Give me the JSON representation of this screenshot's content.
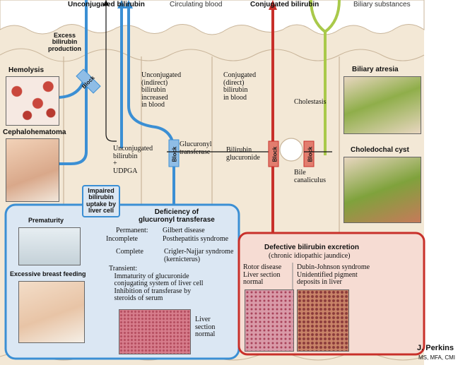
{
  "top": {
    "unconjugated": "Unconjugated bilirubin",
    "circulating": "Circulating blood",
    "conjugated": "Conjugated bilirubin",
    "biliary_substances": "Biliary substances"
  },
  "left": {
    "excess": "Excess\nbilirubin\nproduction",
    "hemolysis": "Hemolysis",
    "cephalohematoma": "Cephalohematoma",
    "prematurity": "Prematurity",
    "breast_feeding": "Excessive breast feeding"
  },
  "middle": {
    "unconj_increased": "Unconjugated\n(indirect)\nbilirubin\nincreased\nin blood",
    "conj_increased": "Conjugated\n(direct)\nbilirubin\nin blood",
    "unconj_udpga": "Unconjugated\nbilirubin\n+\nUDPGA",
    "glucuronyl": "Glucuronyl\ntransferase",
    "glucuronide": "Bilirubin\nglucuronide",
    "cholestasis": "Cholestasis",
    "bile_canaliculus": "Bile\ncanaliculus",
    "impaired": "Impaired\nbilirubin\nuptake by\nliver cell"
  },
  "block_label": "Block",
  "right": {
    "biliary_atresia": "Biliary atresia",
    "choledochal": "Choledochal cyst"
  },
  "blue_box": {
    "title": "Deficiency of\nglucuronyl transferase",
    "permanent": "Permanent:",
    "incomplete": "Incomplete",
    "gilbert": "Gilbert disease",
    "posthepatitis": "Posthepatitis syndrome",
    "complete": "Complete",
    "crigler": "Crigler-Najjar syndrome\n(kernicterus)",
    "transient": "Transient:\n   Immaturity of glucuronide\n   conjugating system of liver cell\n   Inhibition of transferase by\n   steroids of serum",
    "liver_section": "Liver\nsection\nnormal"
  },
  "red_box": {
    "title": "Defective bilirubin excretion",
    "subtitle": "(chronic idiopathic jaundice)",
    "rotor": "Rotor disease\nLiver section\nnormal",
    "dubin": "Dubin-Johnson syndrome\nUnidentified pigment\ndeposits in liver"
  },
  "signature": {
    "name": "J. Perkins",
    "credentials": "MS, MFA, CMI"
  },
  "colors": {
    "blue": "#3b8fd4",
    "red": "#c8302a",
    "green": "#a9c94a",
    "cell_bg": "#f3e8d6",
    "cell_line": "#c9b59a",
    "blue_box": "#dbe7f3",
    "red_box": "#f6dcd3"
  }
}
